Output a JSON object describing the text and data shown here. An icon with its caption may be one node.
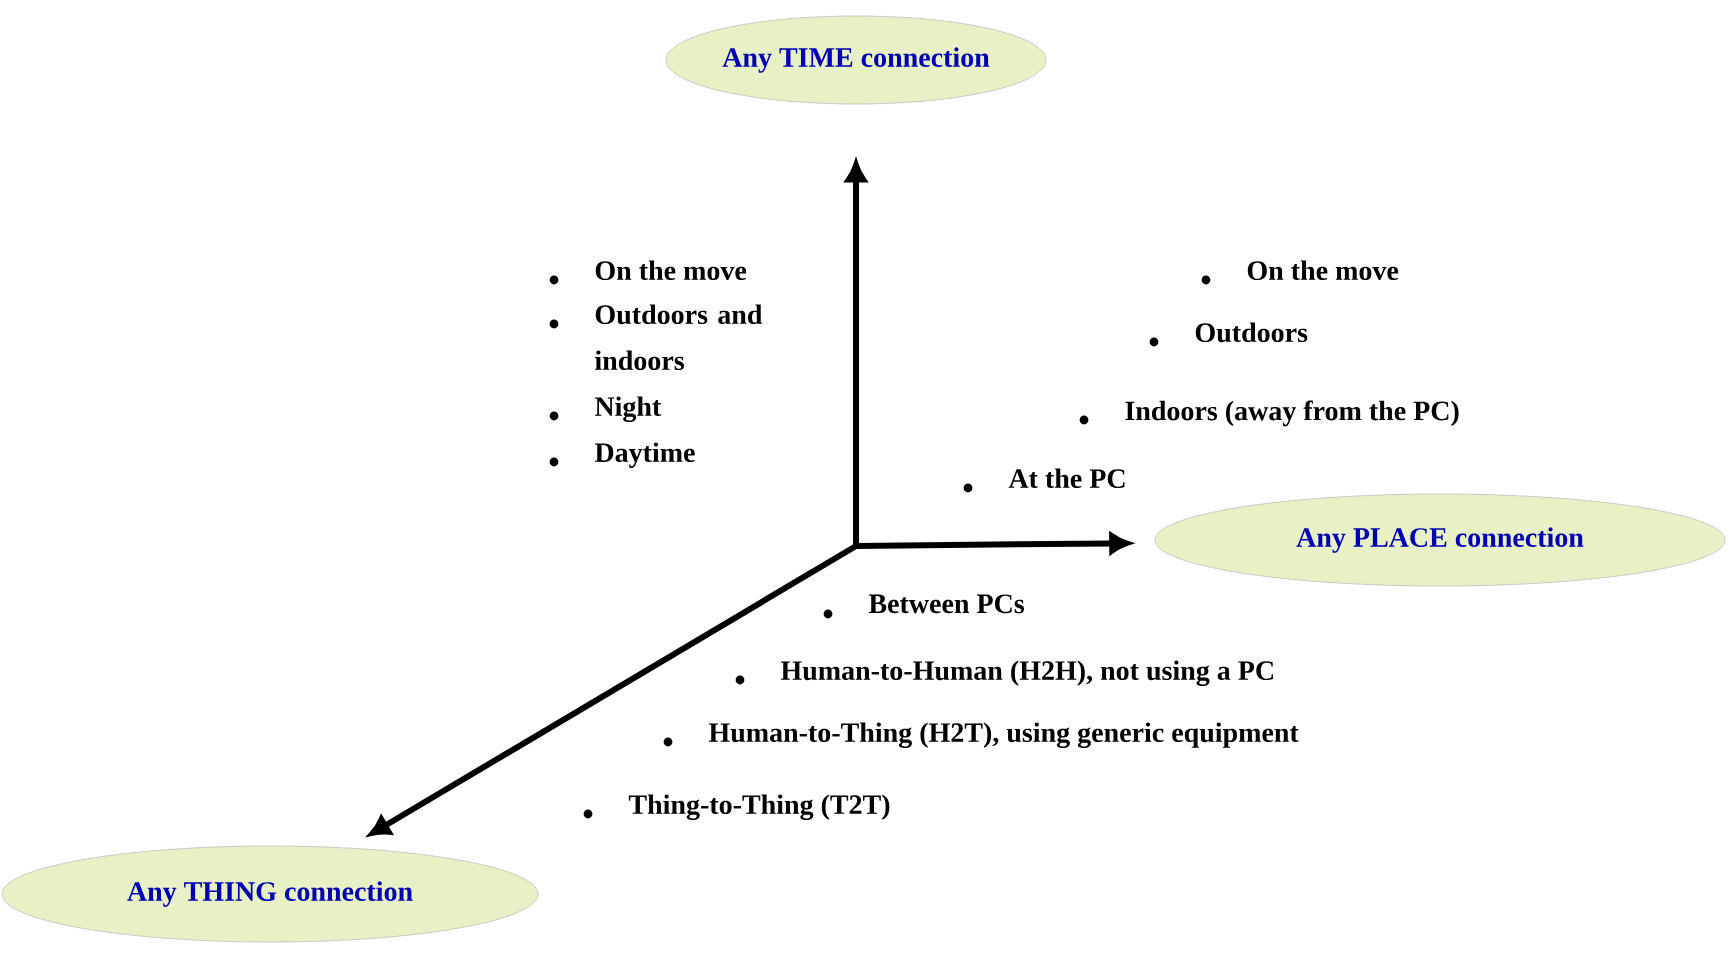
{
  "diagram": {
    "nodes": [
      {
        "text": [
          "Any TIME connection"
        ]
      },
      {
        "text": [
          "Any PLACE connection"
        ]
      },
      {
        "text": [
          "Any THING connection"
        ]
      }
    ],
    "edges": [
      {
        "from": null,
        "to": 0,
        "arrow": "to"
      },
      {
        "from": null,
        "to": 1,
        "arrow": "to"
      },
      {
        "from": null,
        "to": 2,
        "arrow": "to"
      }
    ],
    "labels": [
      "On the move",
      "Outdoors and indoors",
      "Night",
      "Daytime",
      "On the move",
      "Outdoors",
      "Indoors (away from the PC)",
      "At the PC",
      "Between PCs",
      "Human-to-Human (H2H), not using a PC",
      "Human-to-Thing (H2T), using generic equipment",
      "Thing-to-Thing (T2T)"
    ]
  }
}
